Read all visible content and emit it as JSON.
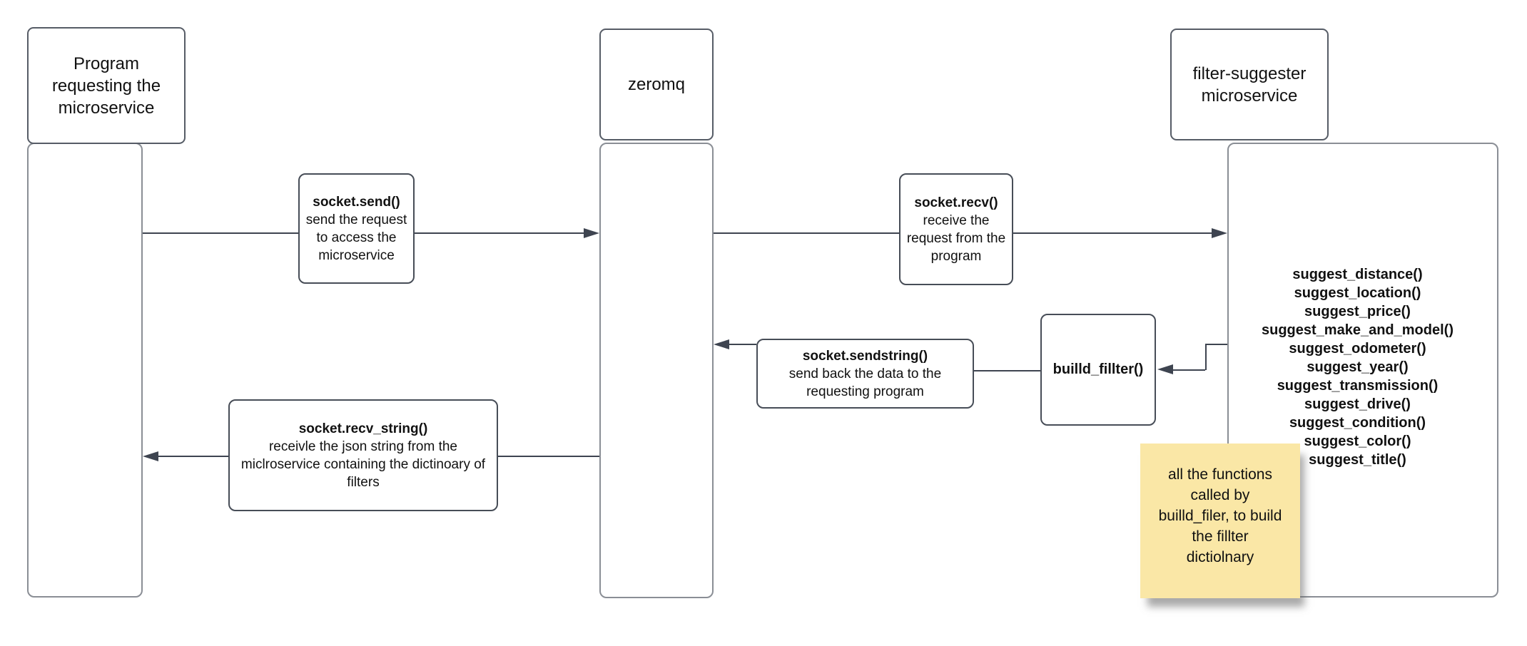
{
  "diagram": {
    "actors": [
      {
        "id": "program",
        "label": "Program requesting the microservice"
      },
      {
        "id": "zeromq",
        "label": "zeromq"
      },
      {
        "id": "filter_suggester",
        "label": "filter-suggester microservice"
      }
    ],
    "messages": {
      "send": {
        "title": "socket.send()",
        "desc": "send the request to access the microservice"
      },
      "recv": {
        "title": "socket.recv()",
        "desc": "receive the request from the program"
      },
      "sendstring": {
        "title": "socket.sendstring()",
        "desc": "send back the data to the requesting program"
      },
      "recv_string": {
        "title": "socket.recv_string()",
        "desc": "receivle the json string from the miclroservice containing the dictinoary of filters"
      },
      "build_filter": {
        "title": "builld_fillter()"
      }
    },
    "functions": [
      "suggest_distance()",
      "suggest_location()",
      "suggest_price()",
      "suggest_make_and_model()",
      "suggest_odometer()",
      "suggest_year()",
      "suggest_transmission()",
      "suggest_drive()",
      "suggest_condition()",
      "suggest_color()",
      "suggest_title()"
    ],
    "note": {
      "text": "all the functions called by builld_filer, to build the fillter dictiolnary",
      "bg_color": "#FAE7A6"
    },
    "colors": {
      "arrow": "#3e4450",
      "shape_border": "#474d57",
      "lifeline_border": "#8a8e95"
    }
  }
}
